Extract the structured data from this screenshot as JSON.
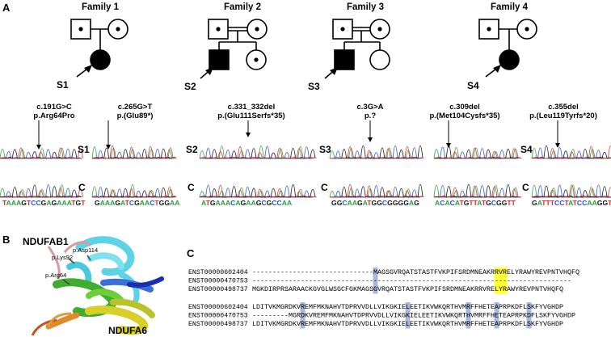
{
  "panel_a": {
    "label": "A",
    "families": [
      {
        "title": "Family 1",
        "proband": "S1"
      },
      {
        "title": "Family 2",
        "proband": "S2"
      },
      {
        "title": "Family 3",
        "proband": "S3"
      },
      {
        "title": "Family 4",
        "proband": "S4"
      }
    ],
    "variants": [
      {
        "dna": "c.191G>C",
        "protein": "p.Arg64Pro",
        "row_label": "S1",
        "control_seq": "TAAAGTCCGAGAAATGT"
      },
      {
        "dna": "c.265G>T",
        "protein": "p.(Glu89*)",
        "row_label": "",
        "control_seq": "GAAAGATCGAACTGGAA"
      },
      {
        "dna": "c.331_332del",
        "protein": "p.(Glu111Serfs*35)",
        "row_label": "S2",
        "control_seq": "ATGAAACAGAAGCGCCAA"
      },
      {
        "dna": "c.3G>A",
        "protein": "p.?",
        "row_label": "S3",
        "control_seq": "GGCAAGATGGCGGGGAG"
      },
      {
        "dna": "c.309del",
        "protein": "p.(Met104Cysfs*35)",
        "row_label": "",
        "control_seq": "ACACATGTTATGCGGTT"
      },
      {
        "dna": "c.355del",
        "protein": "p.(Leu119Tyrfs*20)",
        "row_label": "S4",
        "control_seq": "GATTTCCTATCCAAGGTTC"
      }
    ],
    "control_label": "C"
  },
  "panel_b": {
    "label": "B",
    "protein_top": "NDUFAB1",
    "protein_bottom": "NDUFA6",
    "residues": [
      "p.Lys92",
      "p.Asp114",
      "p.Arg64"
    ]
  },
  "panel_c": {
    "label": "C",
    "block1": [
      {
        "id": "ENST00000602404",
        "seq": "------------------------------MAGSGVRQATSTASTFVKPIFSRDMNEAKRRVRELYRAWYREVPNTVHQFQ"
      },
      {
        "id": "ENST00000470753",
        "seq": "-------------------------------------------------------------------------------"
      },
      {
        "id": "ENST00000498737",
        "seq": "MGKDIRPRSARAACKGVGLWSGCFGKMAGSGVRQATSTASTFVKPIFSRDMNEAKRRVRELYRAWYREVPNTVHQFQ"
      }
    ],
    "block2": [
      {
        "id": "ENST00000602404",
        "seq": "LDITVKMGRDKVREMFMKNAHVTDPRVVDLLVIKGKIELEETIKVWKQRTHVMRFFHETEAPRPKDFLSKFYVGHDP"
      },
      {
        "id": "ENST00000470753",
        "seq": "---------MGRDKVREMFMKNAHVTDPRVVDLLVIKGKIELEETIKVWKQRTHVMRFFHETEAPRPKDFLSKFYVGHDP"
      },
      {
        "id": "ENST00000498737",
        "seq": "LDITVKMGRDKVREMFMKNAHVTDPRVVDLLVIKGKIELEETIKVWKQRTHVMRFFHETEAPRPKDFLSKFYVGHDP"
      }
    ],
    "colors": {
      "blue_highlight": "#a9b8dc",
      "yellow_highlight": "#ffff33"
    }
  }
}
